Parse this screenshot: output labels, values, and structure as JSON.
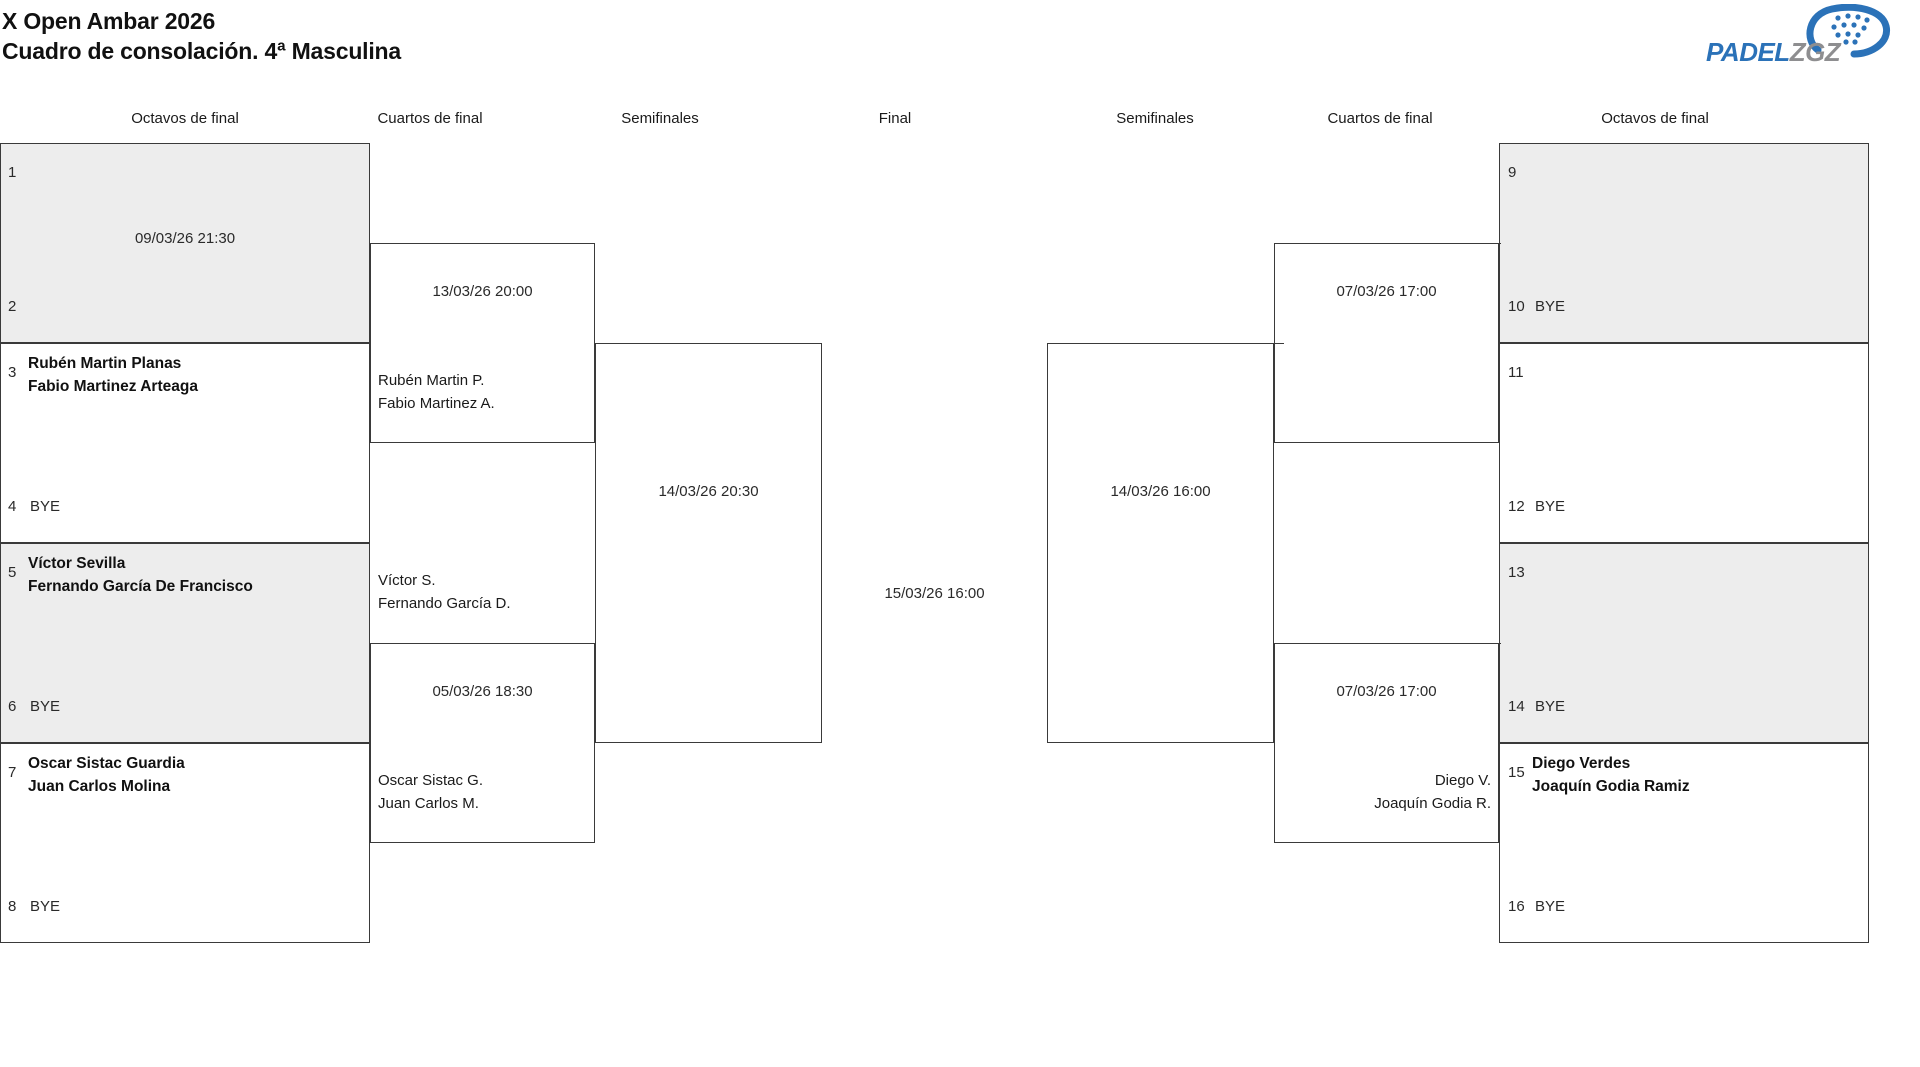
{
  "header": {
    "tournament": "X Open Ambar 2026",
    "subtitle": "Cuadro de consolación. 4ª Masculina",
    "logo": {
      "primary": "PADEL",
      "secondary": "ZGZ",
      "icon": "padel-racket-icon"
    }
  },
  "round_headers": {
    "left_r16": "Octavos de final",
    "left_qf": "Cuartos de final",
    "left_sf": "Semifinales",
    "final": "Final",
    "right_sf": "Semifinales",
    "right_qf": "Cuartos de final",
    "right_r16": "Octavos de final"
  },
  "labels": {
    "bye": "BYE"
  },
  "bracket": {
    "left_r16": [
      {
        "seeds": [
          "1",
          "2"
        ],
        "players": [
          "",
          ""
        ],
        "bye_on": [],
        "datetime": "09/03/26 21:30",
        "shaded": true
      },
      {
        "seeds": [
          "3",
          "4"
        ],
        "players": [
          "Rubén Martin Planas",
          "Fabio Martinez Arteaga"
        ],
        "bye_on": [
          "4"
        ],
        "datetime": "",
        "shaded": false
      },
      {
        "seeds": [
          "5",
          "6"
        ],
        "players": [
          "Víctor Sevilla",
          "Fernando García De Francisco"
        ],
        "bye_on": [
          "6"
        ],
        "datetime": "",
        "shaded": true
      },
      {
        "seeds": [
          "7",
          "8"
        ],
        "players": [
          "Oscar Sistac Guardia",
          "Juan Carlos Molina"
        ],
        "bye_on": [
          "8"
        ],
        "datetime": "",
        "shaded": false
      }
    ],
    "left_qf": [
      {
        "datetime": "13/03/26 20:00",
        "players": [
          "Rubén Martin P.",
          "Fabio Martinez A."
        ]
      },
      {
        "datetime": "05/03/26 18:30",
        "players": [
          "Víctor S.",
          "Fernando García D."
        ]
      }
    ],
    "left_qf_lower_names": [
      "Oscar Sistac G.",
      "Juan Carlos M."
    ],
    "left_sf": {
      "datetime": "14/03/26 20:30"
    },
    "final": {
      "datetime": "15/03/26 16:00"
    },
    "right_sf": {
      "datetime": "14/03/26 16:00"
    },
    "right_qf": [
      {
        "datetime": "07/03/26 17:00",
        "players": [
          "",
          ""
        ]
      },
      {
        "datetime": "07/03/26 17:00",
        "players": [
          "Diego V.",
          "Joaquín Godia R."
        ]
      }
    ],
    "right_r16": [
      {
        "seeds": [
          "9",
          "10"
        ],
        "players": [
          "",
          ""
        ],
        "bye_on": [
          "10"
        ],
        "shaded": true
      },
      {
        "seeds": [
          "11",
          "12"
        ],
        "players": [
          "",
          ""
        ],
        "bye_on": [
          "12"
        ],
        "shaded": false
      },
      {
        "seeds": [
          "13",
          "14"
        ],
        "players": [
          "",
          ""
        ],
        "bye_on": [
          "14"
        ],
        "shaded": true
      },
      {
        "seeds": [
          "15",
          "16"
        ],
        "players": [
          "Diego Verdes",
          "Joaquín Godia Ramiz"
        ],
        "bye_on": [
          "16"
        ],
        "shaded": false
      }
    ]
  },
  "colors": {
    "line": "#3a3a3a",
    "shade": "#ededed",
    "text": "#1a1a1a",
    "logo_primary": "#2b72b8",
    "logo_secondary": "#8e8e90"
  }
}
